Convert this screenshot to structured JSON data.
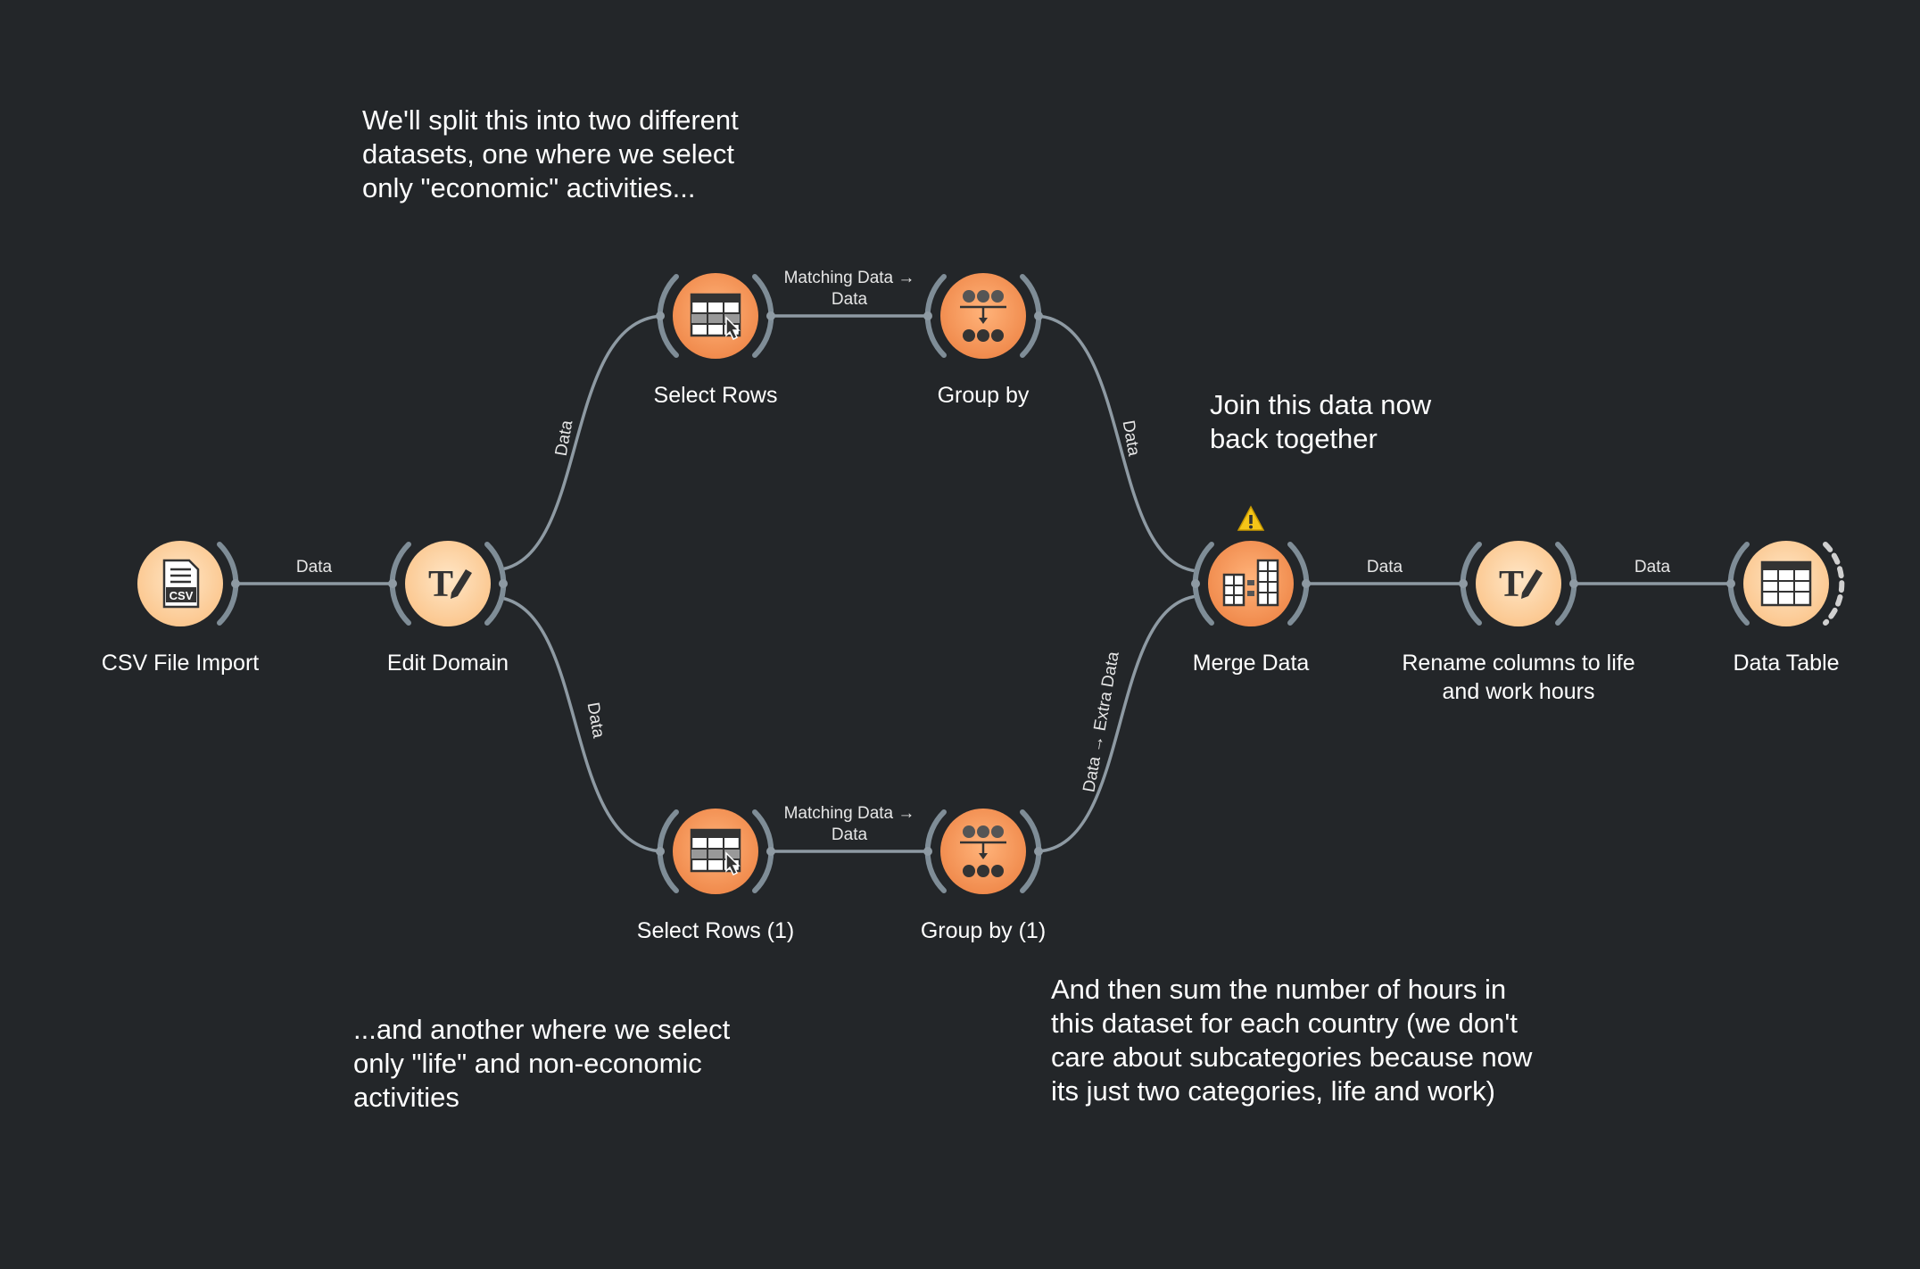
{
  "colors": {
    "background": "#232629",
    "edge": "#8e9aa3",
    "node_light": "#fdd6a8",
    "node_dark": "#f59a5e",
    "warning": "#f5c518"
  },
  "annotations": {
    "split": "We'll split this into two different\ndatasets, one where we select\nonly \"economic\" activities...",
    "another": "...and another where we select\nonly \"life\" and non-economic\nactivities",
    "join": "Join this data now\nback together",
    "sum": "And then sum the number of hours in\nthis dataset for each country (we don't\ncare about subcategories because now\nits just two categories, life and work)"
  },
  "nodes": {
    "csv": {
      "label": "CSV File Import",
      "icon": "csv-file-icon"
    },
    "edit_domain": {
      "label": "Edit Domain",
      "icon": "text-edit-icon"
    },
    "select_rows": {
      "label": "Select Rows",
      "icon": "select-rows-icon"
    },
    "group_by": {
      "label": "Group by",
      "icon": "group-by-icon"
    },
    "select_rows_1": {
      "label": "Select Rows (1)",
      "icon": "select-rows-icon"
    },
    "group_by_1": {
      "label": "Group by (1)",
      "icon": "group-by-icon"
    },
    "merge": {
      "label": "Merge Data",
      "icon": "merge-data-icon",
      "warning": "warning-icon"
    },
    "rename": {
      "label": "Rename columns to life\nand work hours",
      "icon": "text-edit-icon"
    },
    "data_table": {
      "label": "Data Table",
      "icon": "data-table-icon"
    }
  },
  "links": {
    "csv_edit": "Data",
    "edit_select": "Data",
    "edit_select_1": "Data",
    "select_group_l1": "Matching Data →",
    "select_group_l2": "Data",
    "select1_group1_l1": "Matching Data →",
    "select1_group1_l2": "Data",
    "group_merge": "Data",
    "group1_merge": "Data → Extra Data",
    "merge_rename": "Data",
    "rename_table": "Data"
  }
}
